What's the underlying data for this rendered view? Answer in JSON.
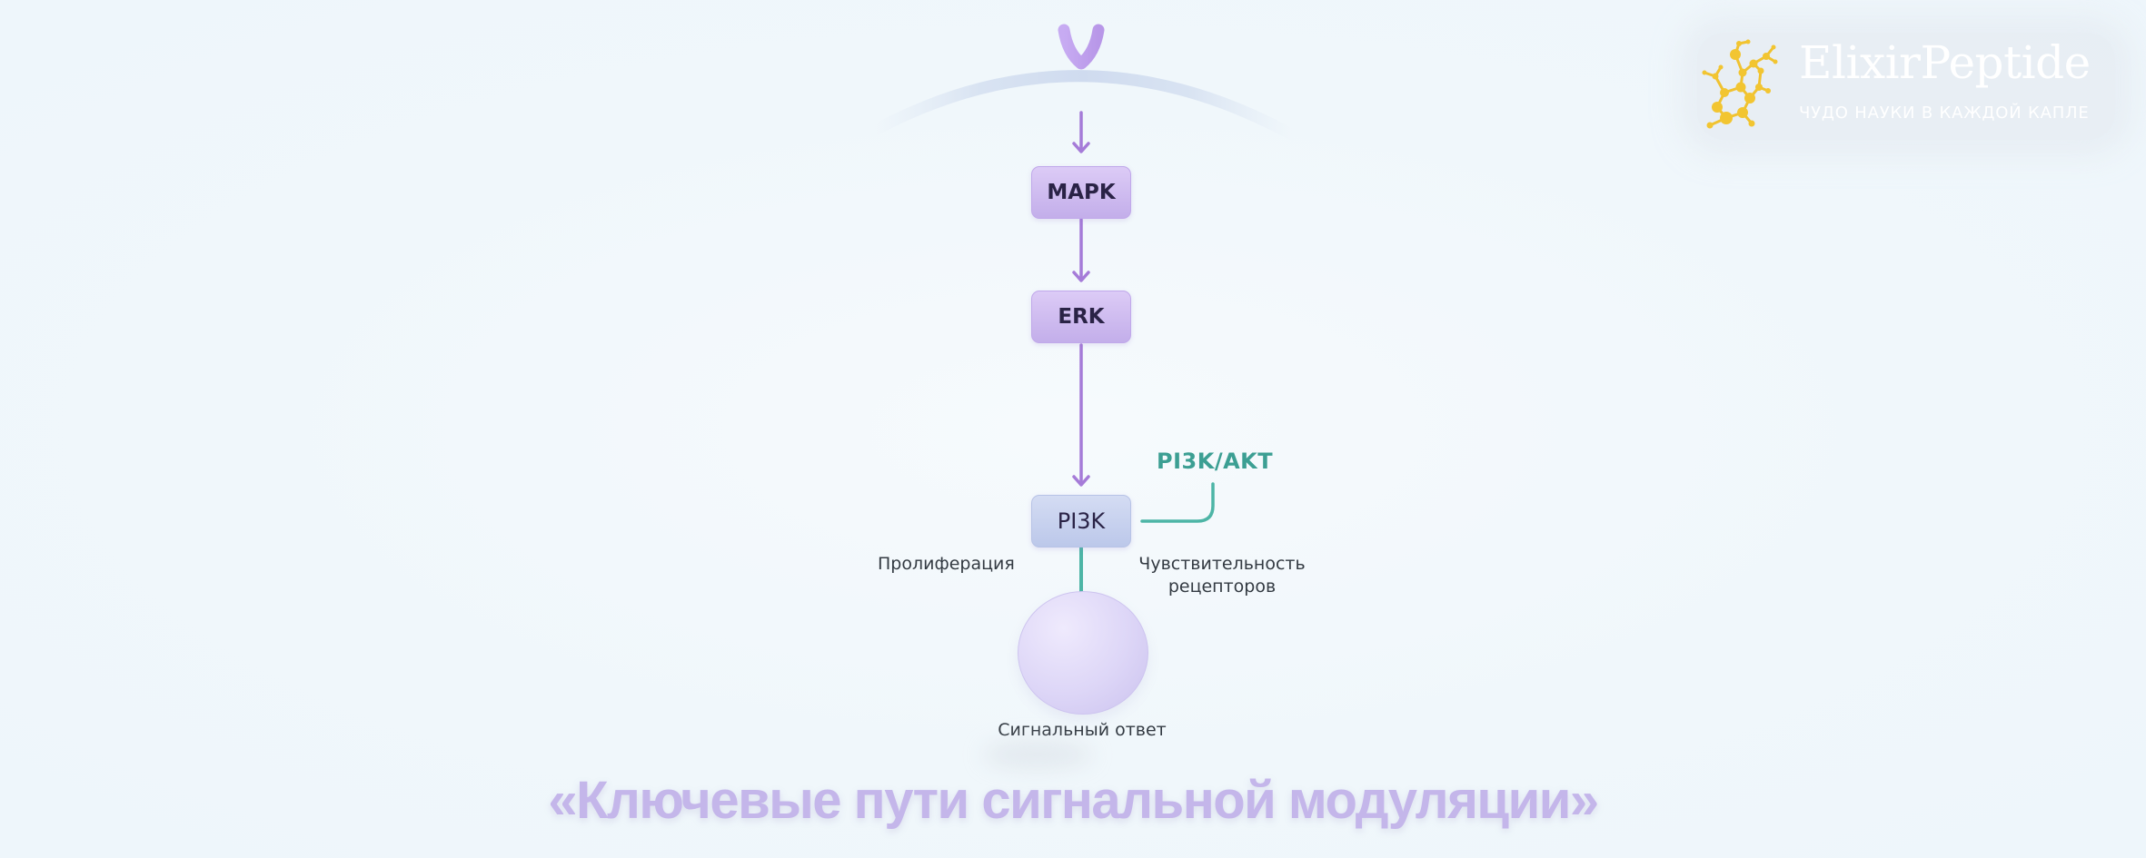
{
  "brand": {
    "name": "ElixirPeptide",
    "tagline": "ЧУДО НАУКИ В КАЖДОЙ КАПЛЕ",
    "icon": "molecule-icon",
    "icon_color": "#f2c531"
  },
  "diagram": {
    "receptor": {
      "icon": "receptor-y-icon",
      "color": "#c4a8ef"
    },
    "membrane": {
      "icon": "cell-membrane-arc",
      "color": "#dbe4f1"
    },
    "nodes": [
      {
        "id": "mapk",
        "label": "MAPK"
      },
      {
        "id": "erk",
        "label": "ERK"
      },
      {
        "id": "pi3k",
        "label": "PI3K"
      }
    ],
    "branch_label": "PI3K/AKT",
    "side_labels": {
      "left": "Пролиферация",
      "right_line1": "Чувствительность",
      "right_line2": "рецепторов"
    },
    "output": {
      "label": "Сигнальный ответ",
      "icon": "response-sphere"
    },
    "colors": {
      "purple_arrow": "#a57bd8",
      "teal_arrow": "#4db5a6",
      "teal_text": "#3c9f93",
      "node_purple": "#c9b6ef",
      "node_blue": "#c4cfee"
    }
  },
  "title": "«Ключевые пути сигнальной модуляции»"
}
